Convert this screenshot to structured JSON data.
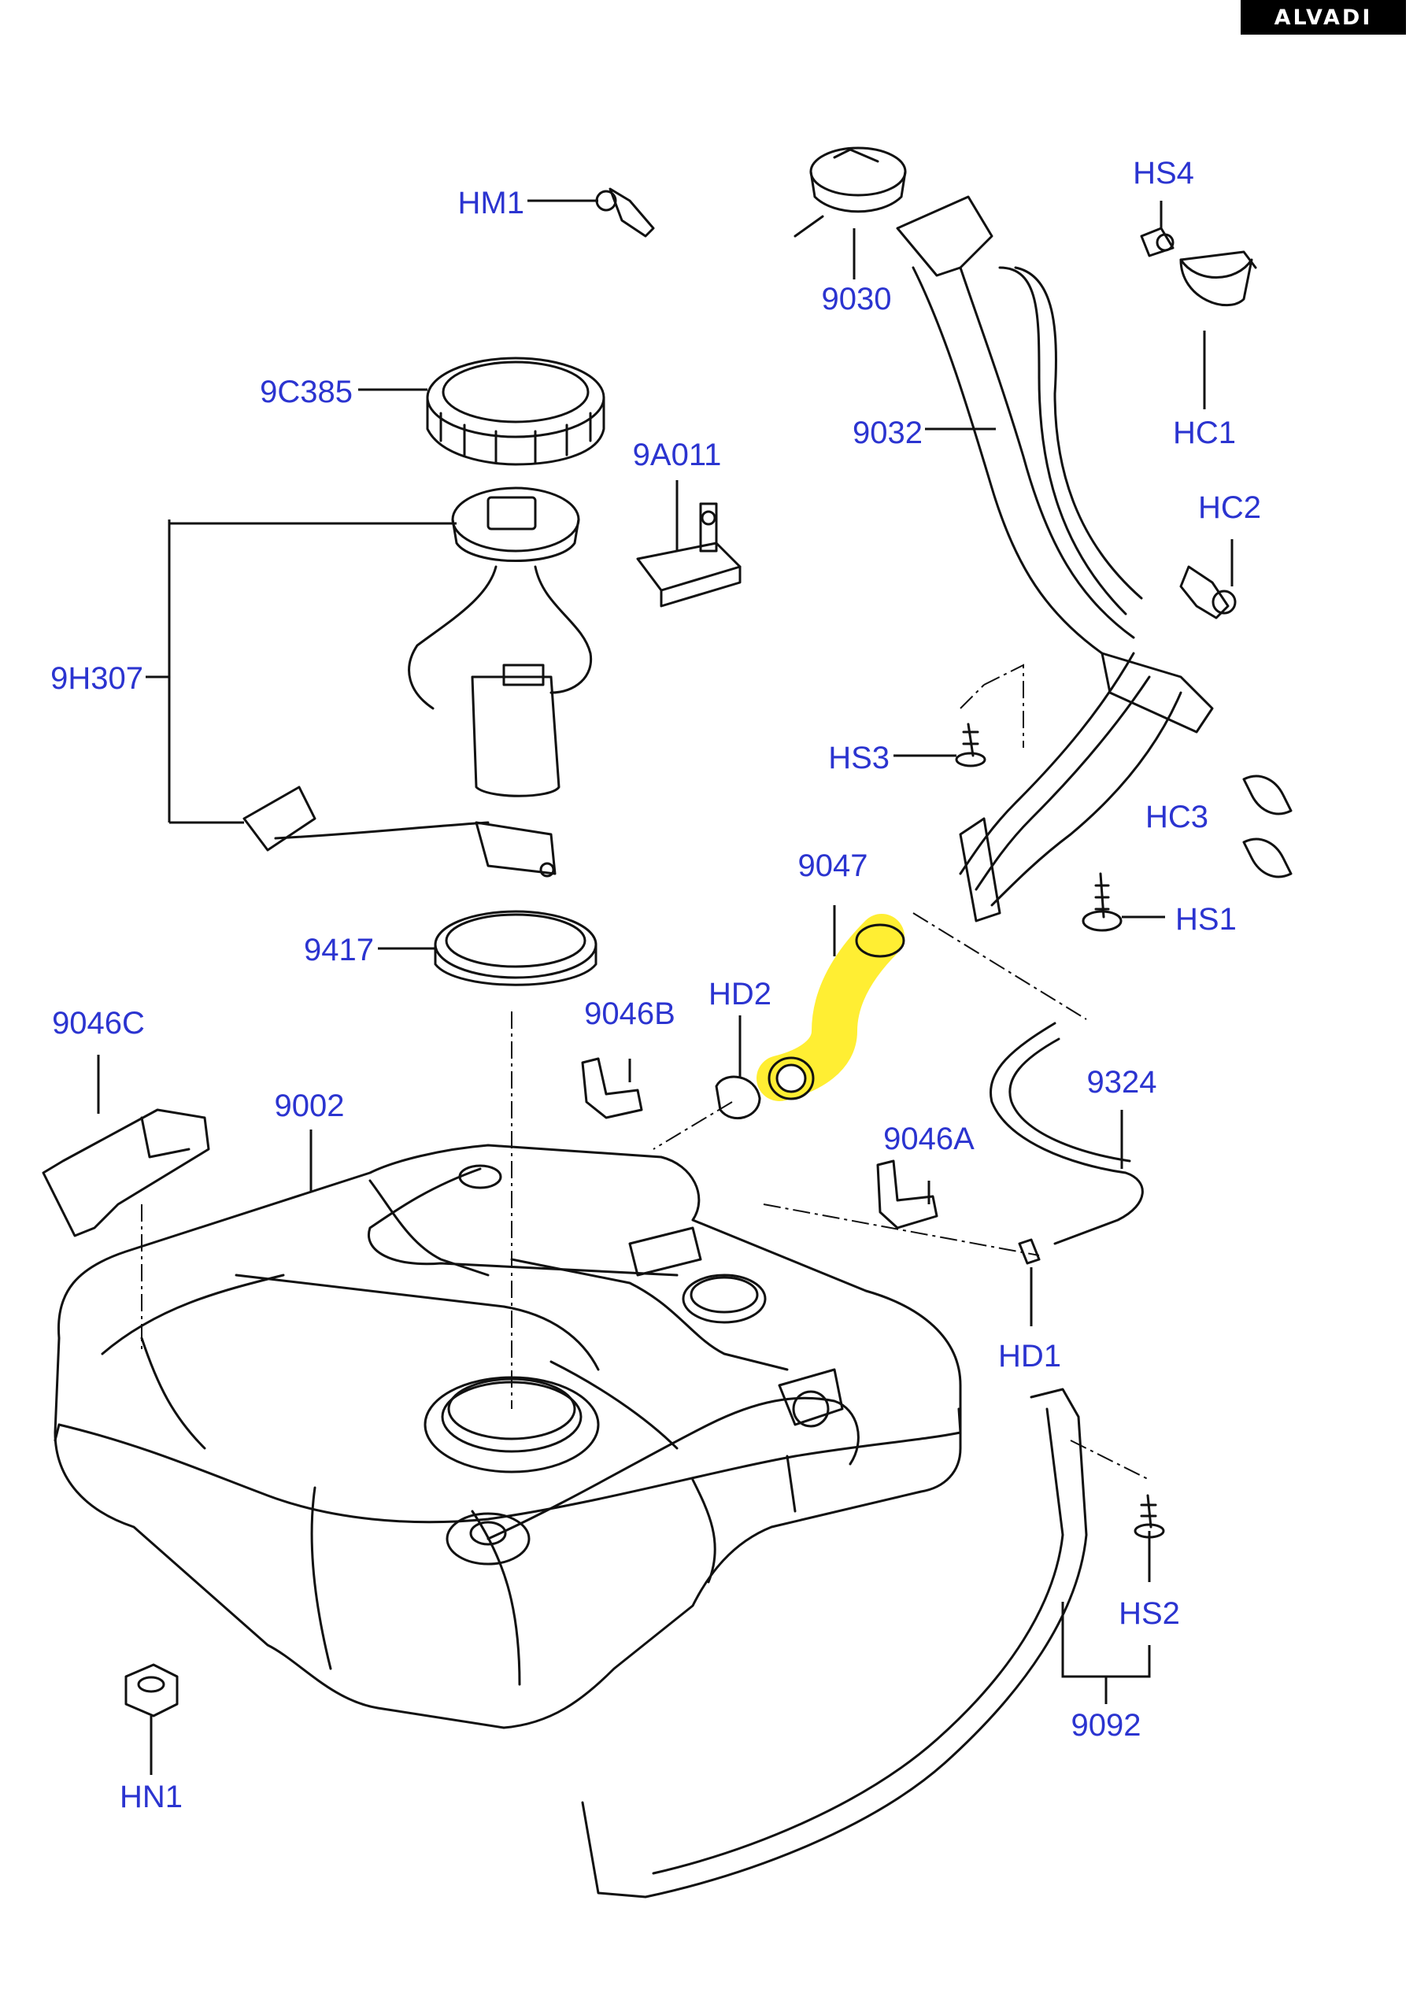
{
  "watermark": "ALVADI",
  "highlight_color": "#ffee33",
  "label_color": "#2b34d0",
  "parts": {
    "hm1": "HM1",
    "p9030": "9030",
    "hs4": "HS4",
    "hc1": "HC1",
    "p9c385": "9C385",
    "p9a011": "9A011",
    "p9032": "9032",
    "hc2": "HC2",
    "p9h307": "9H307",
    "hs3": "HS3",
    "hc3": "HC3",
    "p9047": "9047",
    "hs1": "HS1",
    "p9417": "9417",
    "p9046c": "9046C",
    "p9046b": "9046B",
    "hd2": "HD2",
    "p9324": "9324",
    "p9002": "9002",
    "p9046a": "9046A",
    "hd1": "HD1",
    "hs2": "HS2",
    "p9092": "9092",
    "hn1": "HN1"
  }
}
